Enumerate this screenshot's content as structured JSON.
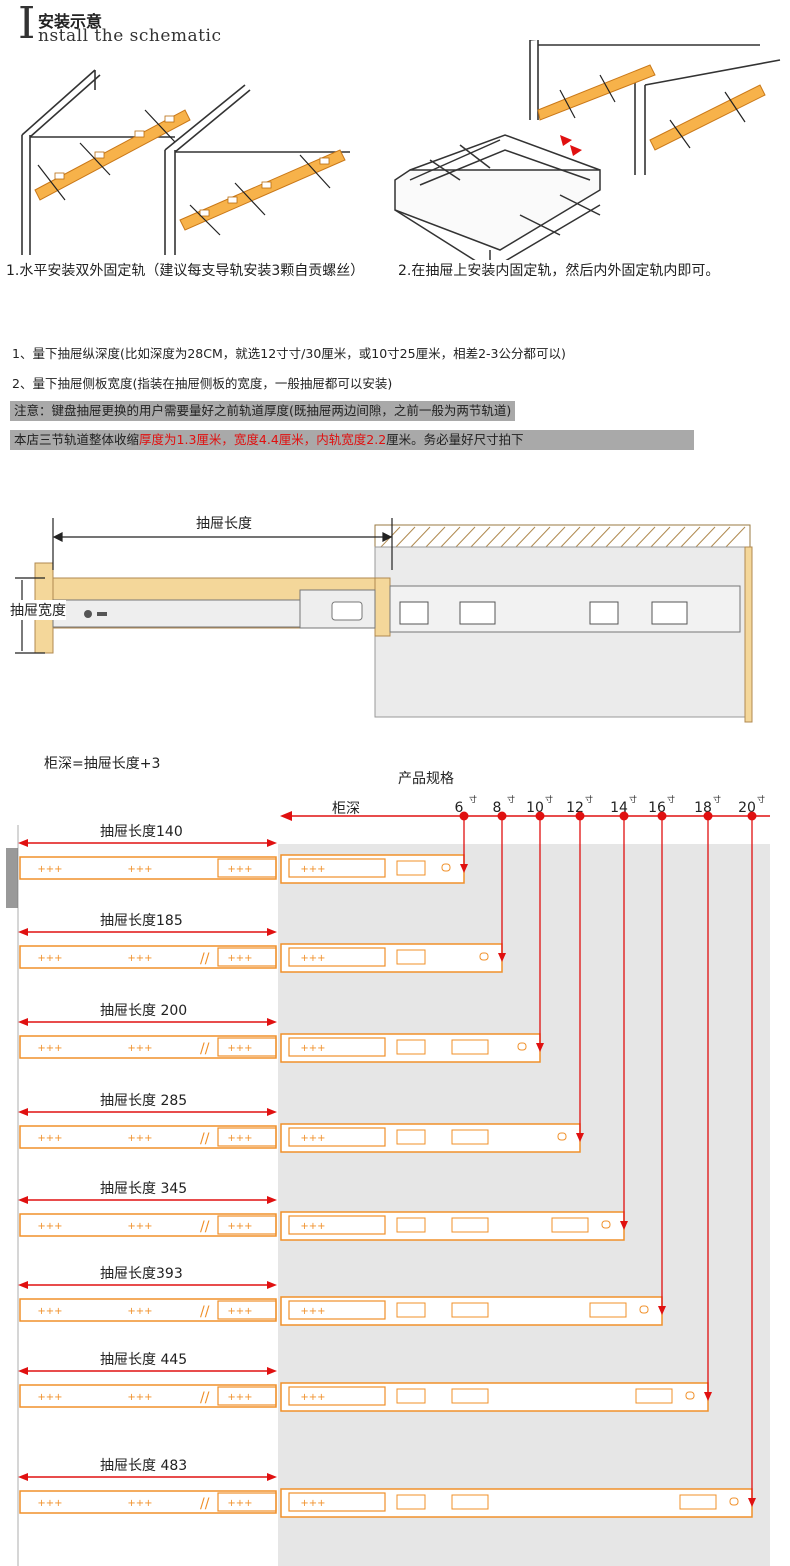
{
  "header": {
    "initial": "I",
    "title_cn": "安装示意",
    "title_en": "nstall the schematic"
  },
  "steps": [
    {
      "text": "1.水平安装双外固定轨（建议每支导轨安装3颗自贡螺丝）"
    },
    {
      "text": "2.在抽屉上安装内固定轨，然后内外固定轨内即可。"
    }
  ],
  "notes": [
    "1、量下抽屉纵深度(比如深度为28CM，就选12寸寸/30厘米，或10寸25厘米，相差2-3公分都可以)",
    "2、量下抽屉侧板宽度(指装在抽屉侧板的宽度，一般抽屉都可以安装)"
  ],
  "notice": "注意：键盘抽屉更换的用户需要量好之前轨道厚度(既抽屉两边间隙，之前一般为两节轨道)",
  "shop_line": {
    "prefix": "本店三节轨道整体收缩",
    "red1": "厚度为1.3厘米，宽度4.4厘米，内轨宽度2.2",
    "suffix": "厘米。务必量好尺寸拍下"
  },
  "measure": {
    "length_label": "抽屉长度",
    "width_label": "抽屉宽度"
  },
  "spec": {
    "formula": "柜深=抽屉长度+3",
    "title": "产品规格",
    "cabinet_label": "柜深",
    "sizes": [
      "6",
      "8",
      "10",
      "12",
      "14",
      "16",
      "18",
      "20"
    ],
    "unit": "寸",
    "rows": [
      {
        "label": "抽屉长度140"
      },
      {
        "label": "抽屉长度185"
      },
      {
        "label": "抽屉长度 200"
      },
      {
        "label": "抽屉长度 285"
      },
      {
        "label": "抽屉长度 345"
      },
      {
        "label": "抽屉长度393"
      },
      {
        "label": "抽屉长度  445"
      },
      {
        "label": "抽屉长度  483"
      }
    ]
  },
  "colors": {
    "orange": "#f0902a",
    "red": "#e01010",
    "gray_band": "#a9a9a9",
    "panel": "#e6e6e6",
    "wood": "#f4d79a"
  }
}
